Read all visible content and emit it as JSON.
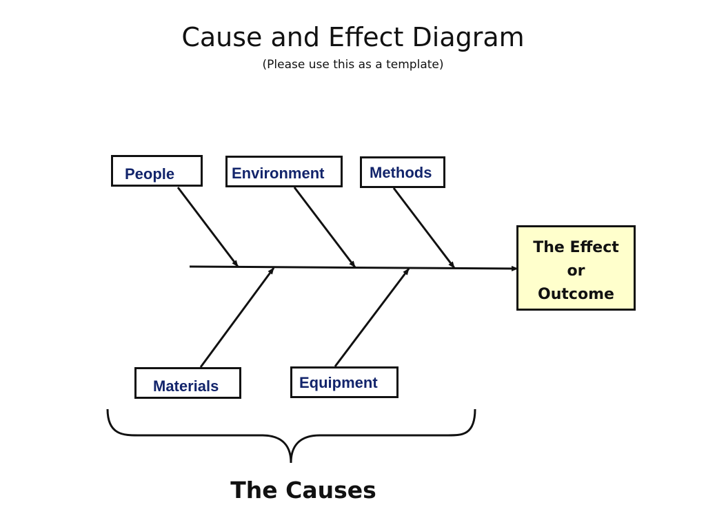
{
  "slide": {
    "title": "Cause and Effect Diagram",
    "subtitle": "(Please use this as a template)"
  },
  "categories": {
    "people": "People",
    "environment": "Environment",
    "methods": "Methods",
    "materials": "Materials",
    "equipment": "Equipment"
  },
  "effect": {
    "line1": "The Effect",
    "line2": "or",
    "line3": "Outcome"
  },
  "causes_label": "The Causes",
  "colors": {
    "category_text": "#12246b",
    "effect_fill": "#ffffcc",
    "line": "#111111"
  }
}
